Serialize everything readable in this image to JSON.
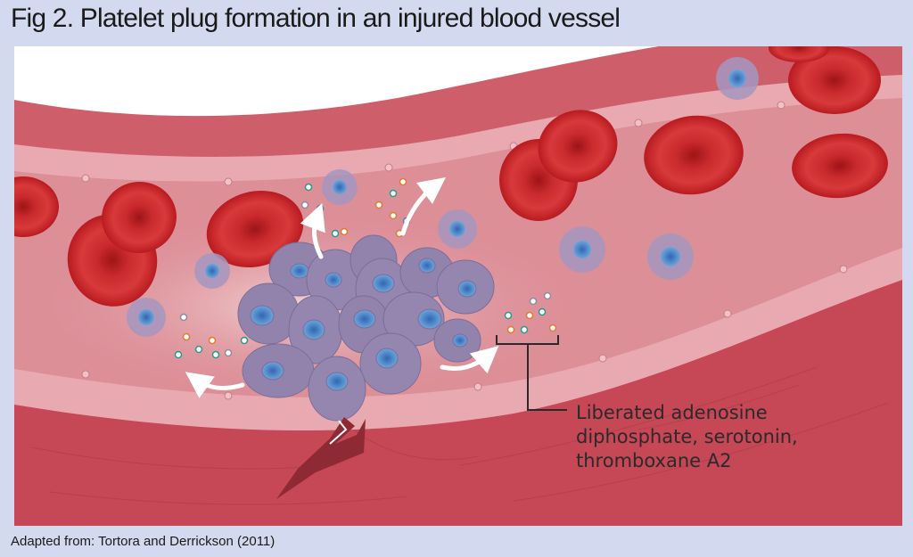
{
  "figure": {
    "title": "Fig 2. Platelet plug formation in an injured blood vessel",
    "source_note": "Adapted from: Tortora and Derrickson (2011)"
  },
  "callout": {
    "lines": [
      "Liberated adenosine",
      "diphosphate, serotonin,",
      "thromboxane A2"
    ]
  },
  "colors": {
    "background": "#d3d9ef",
    "vessel_wall_outer": "#c84d5c",
    "vessel_lumen": "#e5a6ad",
    "red_blood_cell": "#c81f24",
    "platelet": "#9283ad",
    "platelet_nucleus": "#4f83c9"
  },
  "icons": [
    "curved-arrow-icon",
    "bracket-icon"
  ]
}
